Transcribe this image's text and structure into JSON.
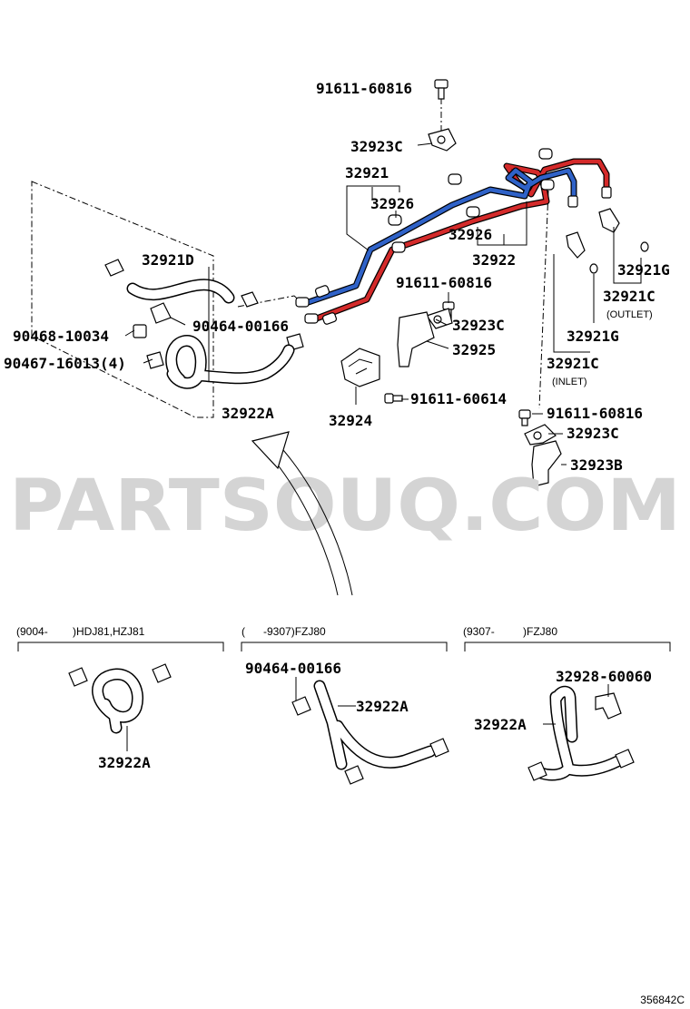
{
  "watermark": "PARTSOUQ.COM",
  "reference_code": "356842C",
  "main_labels": {
    "p1": "91611-60816",
    "p2": "32923C",
    "p3": "32921",
    "p4": "32926",
    "p5": "32926",
    "p6": "32922",
    "p7": "32921D",
    "p8": "90464-00166",
    "p9": "90468-10034",
    "p10": "90467-16013(4)",
    "p11": "32922A",
    "p12": "91611-60816",
    "p13": "32923C",
    "p14": "32925",
    "p15": "32924",
    "p16": "91611-60614",
    "p17": "32921G",
    "p18": "32921C",
    "p19": "(OUTLET)",
    "p20": "32921G",
    "p21": "32921C",
    "p22": "(INLET)",
    "p23": "91611-60816",
    "p24": "32923C",
    "p25": "32923B"
  },
  "variants": [
    {
      "header_code": "(9004-",
      "header_models": ")HDJ81,HZJ81",
      "labels": [
        "32922A"
      ]
    },
    {
      "header_code": "(",
      "header_models": "-9307)FZJ80",
      "labels": [
        "90464-00166",
        "32922A"
      ]
    },
    {
      "header_code": "(9307-",
      "header_models": ")FZJ80",
      "labels": [
        "32928-60060",
        "32922A"
      ]
    }
  ],
  "colors": {
    "outlet_line": "#d42a2a",
    "inlet_line": "#2f62c8",
    "watermark": "#d4d4d4",
    "ink": "#000000"
  }
}
